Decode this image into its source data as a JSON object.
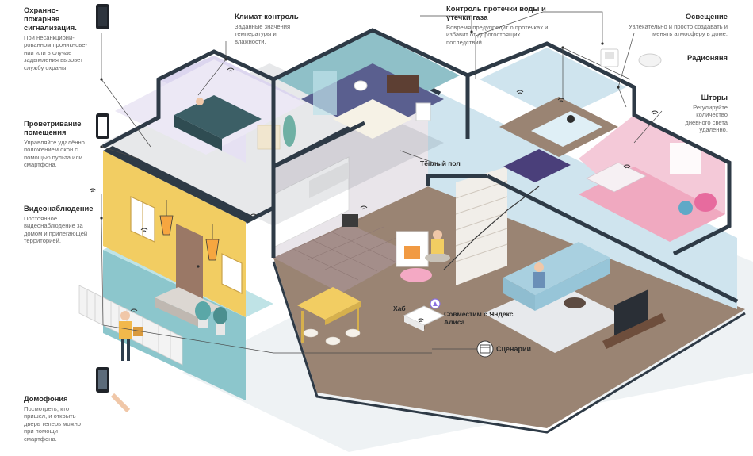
{
  "callouts": {
    "fire_alarm": {
      "title": "Охранно-пожарная сигнализация.",
      "desc": "При несанкциони-рованном проникнове-нии или в случае задымления вызовет службу охраны."
    },
    "ventilation": {
      "title": "Проветривание помещения",
      "desc": "Управляйте удалённо положением окон с помощью пульта или смартфона."
    },
    "video": {
      "title": "Видеонаблюдение",
      "desc": "Постоянное видеонаблюдение за домом и прилегающей территорией."
    },
    "intercom": {
      "title": "Домофония",
      "desc": "Посмотреть, кто пришел, и открыть дверь теперь можно при помощи смартфона."
    },
    "climate": {
      "title": "Климат-контроль",
      "desc": "Заданные значения температуры и влажности."
    },
    "leak": {
      "title": "Контроль протечки воды и утечки газа",
      "desc": "Вовремя предупредит о протечках и избавит от дорогостоящих последствий."
    },
    "lighting": {
      "title": "Освещение",
      "desc": "Увлекательно и просто создавать и менять атмосферу в доме."
    },
    "radio_nanny": {
      "title": "Радионяня"
    },
    "curtains": {
      "title": "Шторы",
      "desc": "Регулируйте количество дневного света удаленно."
    }
  },
  "tags": {
    "warm_floor": "Тёплый пол",
    "hub": "Хаб",
    "alice": "Совместим с Яндекс Алиса",
    "scenarios": "Сценарии"
  },
  "colors": {
    "facade_yellow": "#f2cd62",
    "wall_lavender": "#dcd6ef",
    "wall_teal": "#8fc0c8",
    "wall_pink": "#f4c9d8",
    "wall_lightblue": "#cfe4ee",
    "floor_wood": "#9a8473",
    "wall_cut": "#2e3a46",
    "porch_teal": "#8cc6cc",
    "rug_purple": "#4a3f7a",
    "sofa_blue": "#a9d0e0"
  }
}
